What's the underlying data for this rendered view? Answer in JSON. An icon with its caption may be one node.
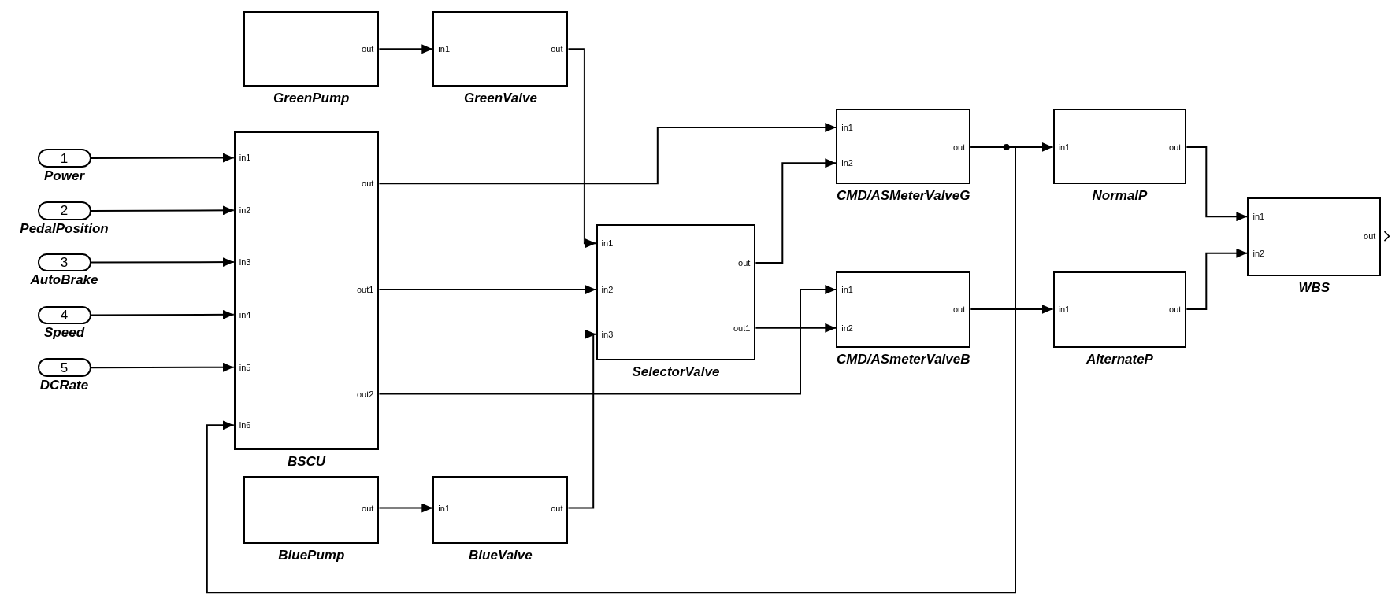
{
  "diagram": {
    "nodes": [
      {
        "text": [
          "out",
          "GreenPump"
        ]
      },
      {
        "text": [
          "in1",
          "out",
          "GreenValve"
        ]
      },
      {
        "text": [
          "1",
          "Power"
        ]
      },
      {
        "text": [
          "2",
          "PedalPosition"
        ]
      },
      {
        "text": [
          "3",
          "AutoBrake"
        ]
      },
      {
        "text": [
          "4",
          "Speed"
        ]
      },
      {
        "text": [
          "5",
          "DCRate"
        ]
      },
      {
        "text": [
          "in1",
          "in2",
          "in3",
          "in4",
          "in5",
          "in6",
          "out",
          "out1",
          "out2",
          "BSCU"
        ]
      },
      {
        "text": [
          "in1",
          "in2",
          "in3",
          "out",
          "out1",
          "SelectorValve"
        ]
      },
      {
        "text": [
          "in1",
          "in2",
          "out",
          "CMD/ASMeterValveG"
        ]
      },
      {
        "text": [
          "in1",
          "in2",
          "out",
          "CMD/ASmeterValveB"
        ]
      },
      {
        "text": [
          "in1",
          "out",
          "NormalP"
        ]
      },
      {
        "text": [
          "in1",
          "out",
          "AlternateP"
        ]
      },
      {
        "text": [
          "in1",
          "in2",
          "out",
          "WBS"
        ]
      },
      {
        "text": [
          "out",
          "BluePump"
        ]
      },
      {
        "text": [
          "in1",
          "out",
          "BlueValve"
        ]
      }
    ],
    "edges": [
      {
        "from": 2,
        "to": 7,
        "arrow": "to"
      },
      {
        "from": 3,
        "to": 7,
        "arrow": "to"
      },
      {
        "from": 4,
        "to": 7,
        "arrow": "to"
      },
      {
        "from": 5,
        "to": 7,
        "arrow": "to"
      },
      {
        "from": 6,
        "to": 7,
        "arrow": "to"
      },
      {
        "from": 0,
        "to": 1,
        "arrow": "to"
      },
      {
        "from": 14,
        "to": 15,
        "arrow": "to"
      },
      {
        "from": 1,
        "to": 8,
        "arrow": "to"
      },
      {
        "from": 15,
        "to": 8,
        "arrow": "to"
      },
      {
        "from": 7,
        "to": 9,
        "arrow": "to"
      },
      {
        "from": 7,
        "to": 8,
        "arrow": "to"
      },
      {
        "from": 7,
        "to": 10,
        "arrow": "to"
      },
      {
        "from": 8,
        "to": 9,
        "arrow": "to"
      },
      {
        "from": 8,
        "to": 10,
        "arrow": "to"
      },
      {
        "from": 9,
        "to": 11,
        "arrow": "to"
      },
      {
        "from": 9,
        "to": 7,
        "arrow": "to"
      },
      {
        "from": 10,
        "to": 12,
        "arrow": "to"
      },
      {
        "from": 11,
        "to": 13,
        "arrow": "to"
      },
      {
        "from": 12,
        "to": 13,
        "arrow": "to"
      }
    ]
  }
}
